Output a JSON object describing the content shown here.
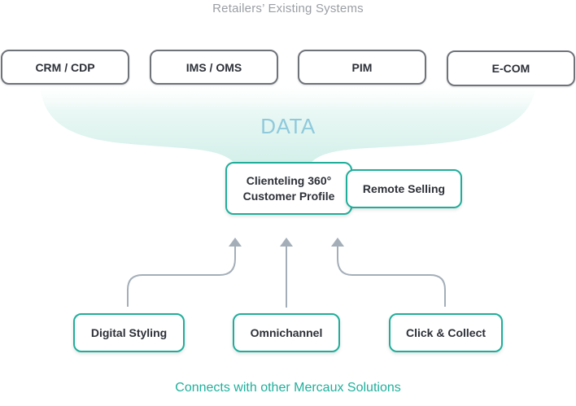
{
  "header": {
    "title": "Retailers’ Existing Systems"
  },
  "existing_systems": [
    {
      "label": "CRM / CDP"
    },
    {
      "label": "IMS / OMS"
    },
    {
      "label": "PIM"
    },
    {
      "label": "E-COM"
    }
  ],
  "data_flow": {
    "label": "DATA"
  },
  "core": {
    "clienteling_line1": "Clienteling 360°",
    "clienteling_line2": "Customer Profile",
    "remote_selling": "Remote Selling"
  },
  "solutions": [
    {
      "label": "Digital Styling"
    },
    {
      "label": "Omnichannel"
    },
    {
      "label": "Click & Collect"
    }
  ],
  "footer": {
    "text": "Connects with other Mercaux Solutions"
  },
  "colors": {
    "teal_accent": "#1fae9b",
    "system_border": "#6f737a",
    "data_text": "#8fcadc",
    "arrow": "#a4aeb8",
    "funnel_fill": "#d6f1ec"
  }
}
